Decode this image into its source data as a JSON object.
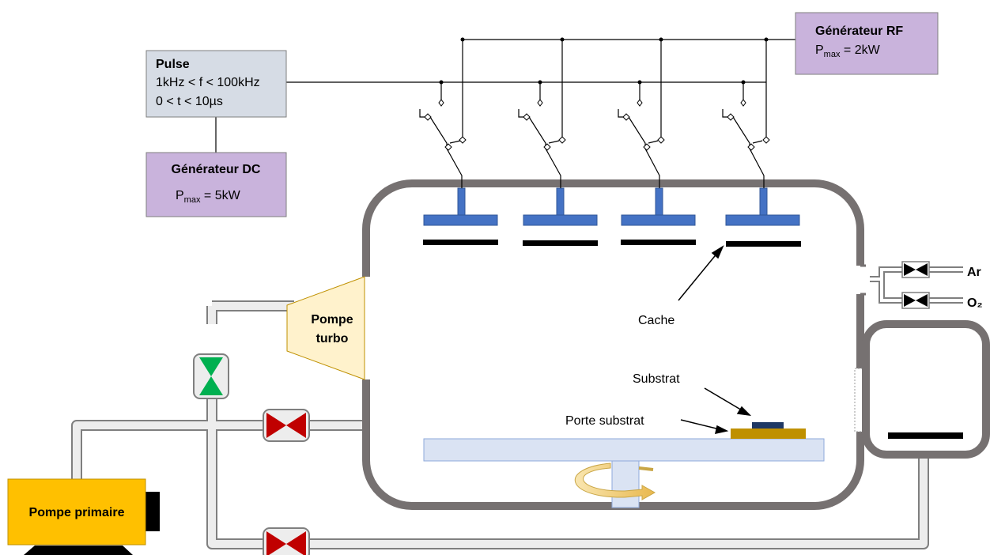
{
  "pulse": {
    "title": "Pulse",
    "line1": "1kHz < f < 100kHz",
    "line2": "0 < t < 10µs"
  },
  "dc_generator": {
    "title": "Générateur DC",
    "pmax_p": "P",
    "pmax_sub": "max",
    "pmax_value": " = 5kW"
  },
  "rf_generator": {
    "title": "Générateur RF",
    "pmax_p": "P",
    "pmax_sub": "max",
    "pmax_value": " = 2kW"
  },
  "turbo_pump": {
    "line1": "Pompe",
    "line2": "turbo"
  },
  "primary_pump": {
    "label": "Pompe primaire"
  },
  "labels": {
    "cache": "Cache",
    "substrate": "Substrat",
    "substrate_holder": "Porte substrat"
  },
  "gas": {
    "ar": "Ar",
    "o2": "O₂"
  },
  "colors": {
    "chamber": "#767171",
    "target": "#4472C4",
    "box_gray": "#D6DCE5",
    "box_purple": "#C9B3DC",
    "turbo": "#FFF2CC",
    "primary": "#FFC000",
    "valve_red": "#C00000",
    "valve_green": "#00B050",
    "substrate_holder": "#BF9000",
    "substrate": "#1F3864",
    "platform": "#DAE3F3"
  }
}
